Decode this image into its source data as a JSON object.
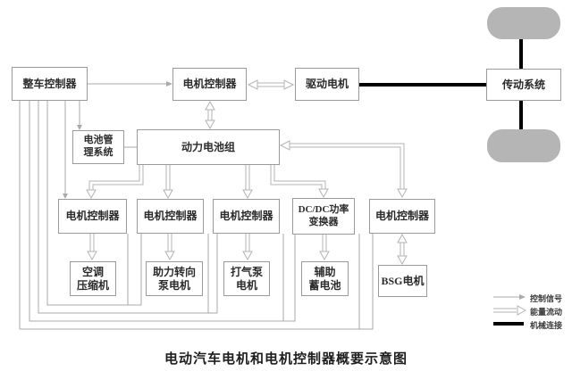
{
  "colors": {
    "control_line": "#aaaaaa",
    "energy_outline": "#b3b3b3",
    "mechanical_line": "#000000",
    "wheel_fill": "#b5b5b5",
    "box_border": "#9a9a9a"
  },
  "boxes": {
    "vehicle_controller": "整车控制器",
    "motor_controller_main": "电机控制器",
    "drive_motor": "驱动电机",
    "transmission": "传动系统",
    "battery_management": "电池管\n理系统",
    "battery_pack": "动力电池组",
    "motor_controller_1": "电机控制器",
    "motor_controller_2": "电机控制器",
    "motor_controller_3": "电机控制器",
    "dcdc_converter": "DC/DC功率\n变换器",
    "motor_controller_4": "电机控制器",
    "ac_compressor": "空调\n压缩机",
    "steering_pump_motor": "助力转向\n泵电机",
    "air_pump_motor": "打气泵\n电机",
    "aux_battery": "辅助\n蓄电池",
    "bsg_motor": "BSG电机"
  },
  "legend": {
    "control_signal": "控制信号",
    "energy_flow": "能量流动",
    "mechanical_link": "机械连接"
  },
  "caption": "电动汽车电机和电机控制器概要示意图"
}
